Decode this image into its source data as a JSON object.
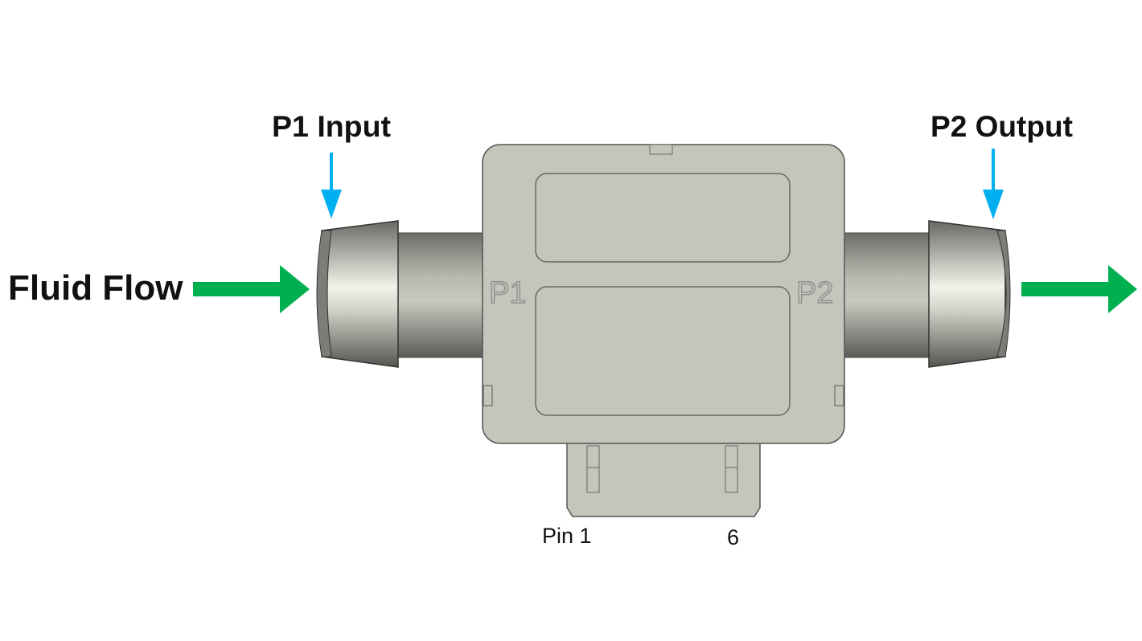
{
  "labels": {
    "fluid_flow": "Fluid Flow",
    "p1_input": "P1 Input",
    "p2_output": "P2 Output",
    "p1_mark": "P1",
    "p2_mark": "P2",
    "pin_1": "Pin 1",
    "pin_6": "6"
  },
  "colors": {
    "flow_arrow": "#00b050",
    "port_arrow": "#00b0f0",
    "body": "#c6c5bc"
  }
}
